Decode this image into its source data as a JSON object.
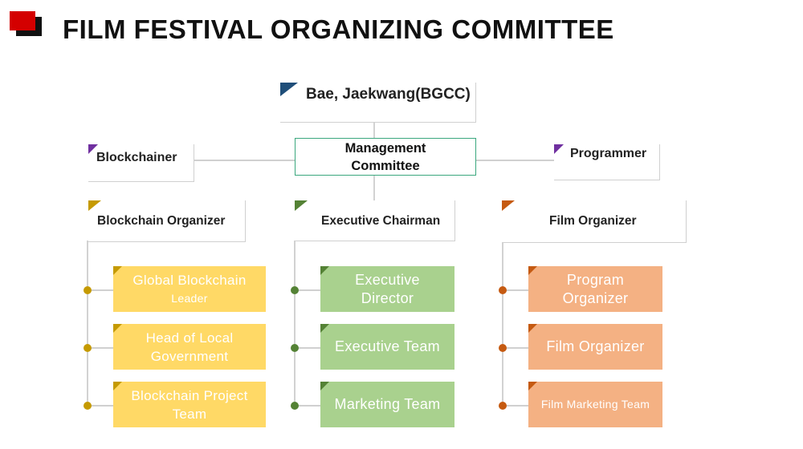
{
  "title": "FILM FESTIVAL ORGANIZING COMMITTEE",
  "colors": {
    "accent_red": "#d40000",
    "connector": "#b4b4b4",
    "mgmt_border": "#3aa77e",
    "flag_navy": "#1f4e79",
    "flag_purple": "#7030a0",
    "yellow_fill": "#ffd966",
    "yellow_dark": "#c59a00",
    "green_fill": "#a9d18e",
    "green_dark": "#548235",
    "orange_fill": "#f4b183",
    "orange_dark": "#c55a11"
  },
  "top": {
    "name": "Bae, Jaekwang(BGCC)"
  },
  "management": {
    "line1": "Management",
    "line2": "Committee"
  },
  "side": {
    "left": "Blockchainer",
    "right": "Programmer"
  },
  "columns": [
    {
      "head": "Blockchain Organizer",
      "teams": [
        {
          "line1": "Global Blockchain",
          "line2": "Leader"
        },
        {
          "line1": "Head of Local",
          "line2": "Government"
        },
        {
          "line1": "Blockchain Project",
          "line2": "Team"
        }
      ]
    },
    {
      "head": "Executive Chairman",
      "teams": [
        {
          "line1": "Executive",
          "line2": "Director"
        },
        {
          "line1": "Executive Team",
          "line2": ""
        },
        {
          "line1": "Marketing Team",
          "line2": ""
        }
      ]
    },
    {
      "head": "Film Organizer",
      "teams": [
        {
          "line1": "Program",
          "line2": "Organizer"
        },
        {
          "line1": "Film Organizer",
          "line2": ""
        },
        {
          "line1": "Film Marketing Team",
          "line2": ""
        }
      ]
    }
  ]
}
